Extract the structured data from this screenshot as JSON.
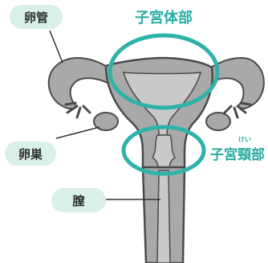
{
  "labels": {
    "oviduct": "卵管",
    "uterine_body": "子宮体部",
    "ovary": "卵巣",
    "cervix": "子宮頸部",
    "cervix_ruby": "けい",
    "vagina": "膣"
  },
  "colors": {
    "organ_fill": "#a9a9a9",
    "organ_stroke": "#4a4a4a",
    "organ_inner": "#c9c9c9",
    "highlight_ring": "#2fb3a8",
    "pill_bg": "#d9efe9",
    "label_teal": "#27ada1"
  }
}
